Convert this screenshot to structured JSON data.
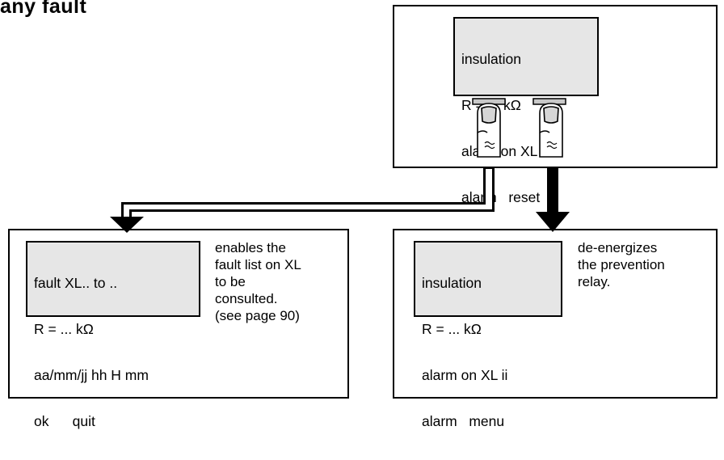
{
  "heading": "any fault",
  "top_screen": {
    "lines": [
      "insulation",
      "R = ... kΩ",
      "alarm on XL ii",
      "alarm   reset"
    ]
  },
  "left_panel": {
    "screen_lines": [
      "fault XL.. to ..",
      "R = ... kΩ",
      "aa/mm/jj hh H mm",
      "ok      quit"
    ],
    "note_lines": [
      "enables the",
      "fault list on XL",
      "to be",
      "consulted.",
      "(see page 90)"
    ]
  },
  "right_panel": {
    "screen_lines": [
      "insulation",
      "R = ... kΩ",
      "alarm on XL ii",
      "alarm   menu"
    ],
    "note_lines": [
      "de-energizes",
      "the prevention",
      "relay."
    ]
  }
}
